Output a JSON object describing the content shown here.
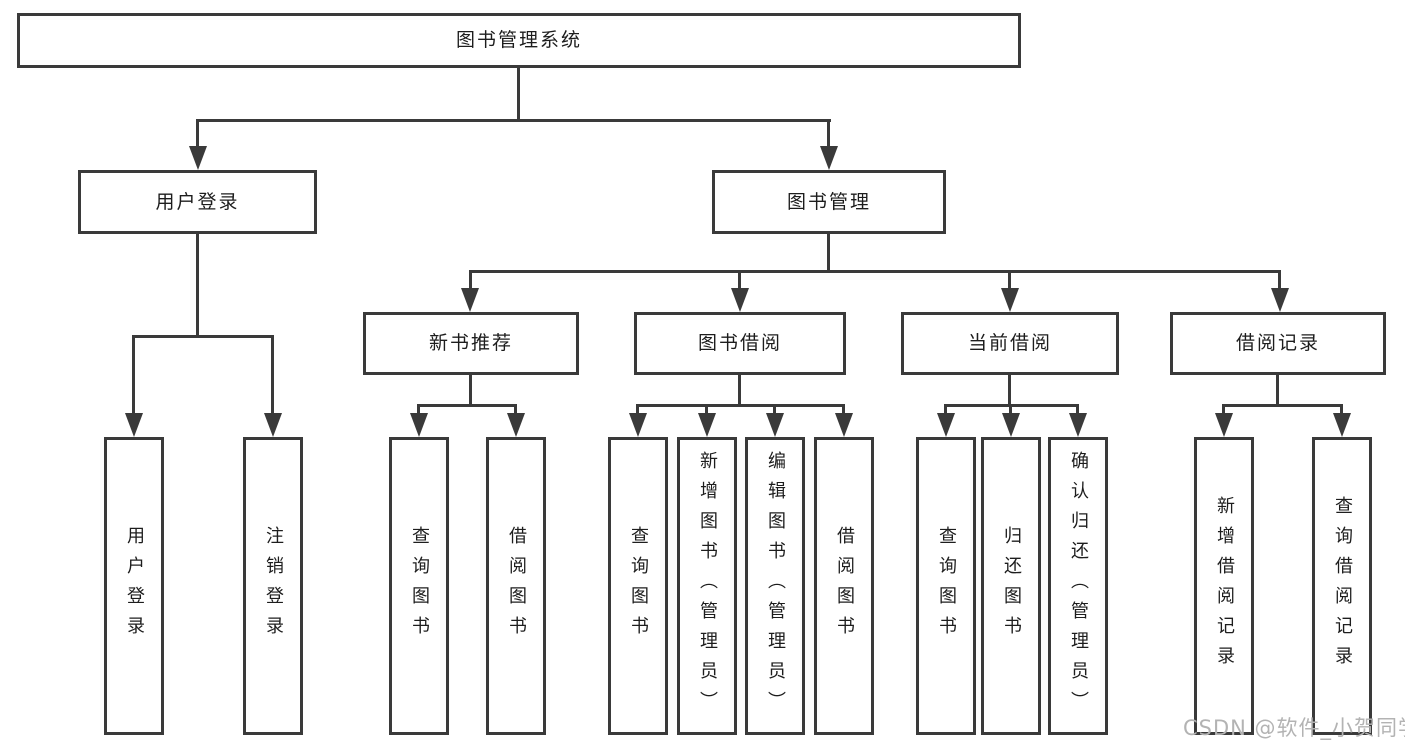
{
  "nodes": {
    "root": "图书管理系统",
    "l1": [
      "用户登录",
      "图书管理"
    ],
    "l2": [
      "新书推荐",
      "图书借阅",
      "当前借阅",
      "借阅记录"
    ],
    "user_login_children": [
      "用户登录",
      "注销登录"
    ],
    "new_book_children": [
      "查询图书",
      "借阅图书"
    ],
    "book_borrow_children": [
      "查询图书",
      "新增图书（管理员）",
      "编辑图书（管理员）",
      "借阅图书"
    ],
    "current_borrow_children": [
      "查询图书",
      "归还图书",
      "确认归还（管理员）"
    ],
    "borrow_record_children": [
      "新增借阅记录",
      "查询借阅记录"
    ]
  },
  "watermark": "CSDN @软件_小贺同学",
  "colors": {
    "line": "#3a3a3a",
    "text": "#1d1d1d",
    "watermark": "#b3b3b3",
    "background": "#ffffff"
  }
}
